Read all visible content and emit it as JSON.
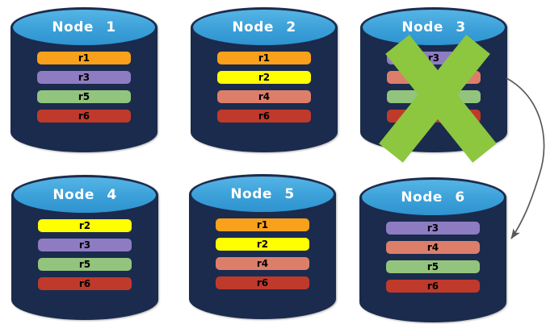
{
  "diagram": {
    "background_color": "#FFFFFF",
    "cylinder_body_color": "#1B2B4D",
    "cylinder_top_color": "#3BA0D8",
    "node_title_color": "#FFFFFF",
    "replica_label_color": "#000000",
    "failure_x_color": "#8DC63F",
    "arrow_color": "#58595B",
    "nodes": [
      {
        "title": "Node 1",
        "failed": false,
        "replicas": [
          {
            "label": "r1",
            "color": "#F9A11B"
          },
          {
            "label": "r3",
            "color": "#8E7CC3"
          },
          {
            "label": "r5",
            "color": "#93C47D"
          },
          {
            "label": "r6",
            "color": "#C03A2B"
          }
        ]
      },
      {
        "title": "Node 2",
        "failed": false,
        "replicas": [
          {
            "label": "r1",
            "color": "#F9A11B"
          },
          {
            "label": "r2",
            "color": "#FFFF00"
          },
          {
            "label": "r4",
            "color": "#DD7E6B"
          },
          {
            "label": "r6",
            "color": "#C03A2B"
          }
        ]
      },
      {
        "title": "Node 3",
        "failed": true,
        "replicas": [
          {
            "label": "r3",
            "color": "#8E7CC3"
          },
          {
            "label": "",
            "color": "#DD7E6B"
          },
          {
            "label": "",
            "color": "#93C47D"
          },
          {
            "label": "",
            "color": "#C03A2B"
          }
        ]
      },
      {
        "title": "Node 4",
        "failed": false,
        "replicas": [
          {
            "label": "r2",
            "color": "#FFFF00"
          },
          {
            "label": "r3",
            "color": "#8E7CC3"
          },
          {
            "label": "r5",
            "color": "#93C47D"
          },
          {
            "label": "r6",
            "color": "#C03A2B"
          }
        ]
      },
      {
        "title": "Node 5",
        "failed": false,
        "replicas": [
          {
            "label": "r1",
            "color": "#F9A11B"
          },
          {
            "label": "r2",
            "color": "#FFFF00"
          },
          {
            "label": "r4",
            "color": "#DD7E6B"
          },
          {
            "label": "r6",
            "color": "#C03A2B"
          }
        ]
      },
      {
        "title": "Node 6",
        "failed": false,
        "replicas": [
          {
            "label": "r3",
            "color": "#8E7CC3"
          },
          {
            "label": "r4",
            "color": "#DD7E6B"
          },
          {
            "label": "r5",
            "color": "#93C47D"
          },
          {
            "label": "r6",
            "color": "#C03A2B"
          }
        ]
      }
    ],
    "failover_arrow": {
      "from": "Node 3",
      "to": "Node 6"
    }
  }
}
